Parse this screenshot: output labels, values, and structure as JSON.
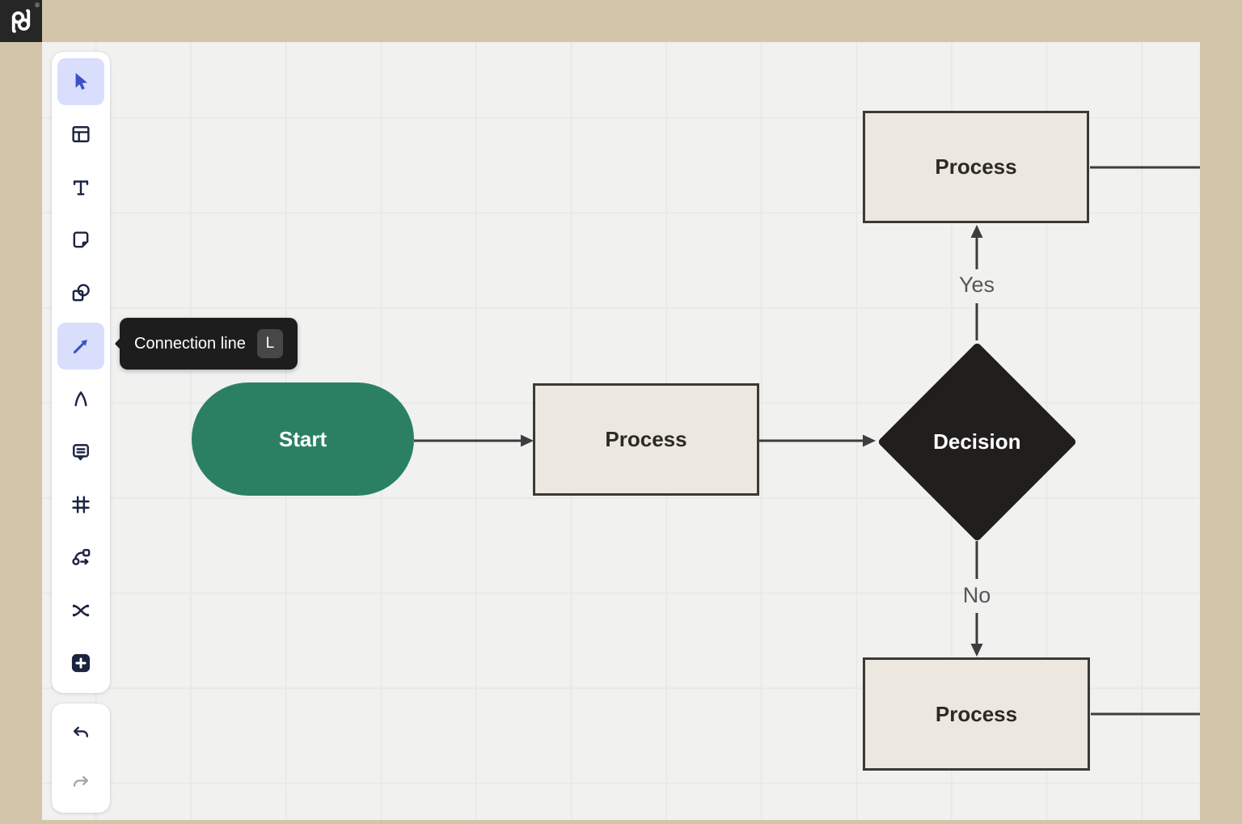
{
  "app": {
    "logo_text": "pd",
    "registered_mark": "®"
  },
  "toolbar": {
    "tools": [
      {
        "id": "select",
        "icon": "cursor-icon",
        "state": "active"
      },
      {
        "id": "layout",
        "icon": "layout-icon",
        "state": "normal"
      },
      {
        "id": "text",
        "icon": "text-icon",
        "state": "normal"
      },
      {
        "id": "sticky-note",
        "icon": "sticky-note-icon",
        "state": "normal"
      },
      {
        "id": "shapes",
        "icon": "shapes-icon",
        "state": "normal"
      },
      {
        "id": "connection-line",
        "icon": "connection-line-icon",
        "state": "highlighted"
      },
      {
        "id": "pen",
        "icon": "pen-icon",
        "state": "normal"
      },
      {
        "id": "comment",
        "icon": "comment-icon",
        "state": "normal"
      },
      {
        "id": "frame",
        "icon": "frame-icon",
        "state": "normal"
      },
      {
        "id": "connector",
        "icon": "connector-icon",
        "state": "normal"
      },
      {
        "id": "shuffle",
        "icon": "shuffle-icon",
        "state": "normal"
      },
      {
        "id": "add",
        "icon": "plus-icon",
        "state": "normal"
      }
    ],
    "history": [
      {
        "id": "undo",
        "icon": "undo-icon",
        "enabled": true
      },
      {
        "id": "redo",
        "icon": "redo-icon",
        "enabled": false
      }
    ]
  },
  "tooltip": {
    "label": "Connection line",
    "shortcut": "L"
  },
  "flowchart": {
    "nodes": [
      {
        "id": "start",
        "type": "terminator",
        "label": "Start"
      },
      {
        "id": "process-1",
        "type": "process",
        "label": "Process"
      },
      {
        "id": "decision-1",
        "type": "decision",
        "label": "Decision"
      },
      {
        "id": "process-top",
        "type": "process",
        "label": "Process"
      },
      {
        "id": "process-bottom",
        "type": "process",
        "label": "Process"
      }
    ],
    "edges": [
      {
        "from": "start",
        "to": "process-1",
        "label": ""
      },
      {
        "from": "process-1",
        "to": "decision-1",
        "label": ""
      },
      {
        "from": "decision-1",
        "to": "process-top",
        "label": "Yes"
      },
      {
        "from": "decision-1",
        "to": "process-bottom",
        "label": "No"
      },
      {
        "from": "process-top",
        "to": "offscreen-right",
        "label": ""
      },
      {
        "from": "process-bottom",
        "to": "offscreen-right",
        "label": ""
      }
    ]
  },
  "colors": {
    "frame": "#d2c5a9",
    "canvas_background": "#f1f1f0",
    "grid_line": "#e9e9e7",
    "accent_blue": "#3c50c8",
    "tool_highlight": "#d8defb",
    "icon_ink": "#1c2440",
    "start_fill": "#2b8064",
    "process_fill": "#ece8df",
    "process_border": "#3a3934",
    "decision_fill": "#211f1e",
    "connector": "#3d3d3d",
    "edge_label_text": "#565656",
    "tooltip_background": "#1d1d1d"
  }
}
